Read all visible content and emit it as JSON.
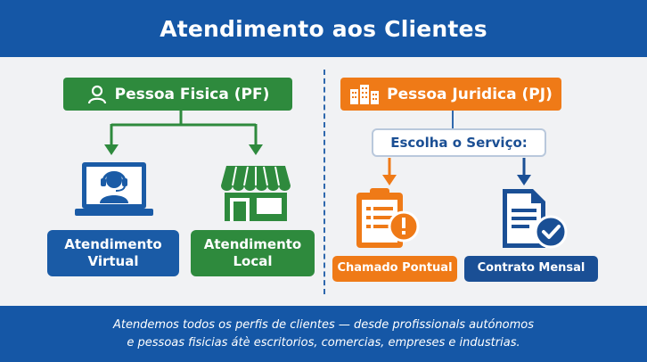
{
  "header": {
    "title": "Atendimento aos Clientes"
  },
  "pf": {
    "title": "Pessoa Fisica (PF)",
    "icon": "person-icon",
    "options": [
      {
        "label_line1": "Atendimento",
        "label_line2": "Virtual",
        "icon": "headset-laptop-icon"
      },
      {
        "label_line1": "Atendimento",
        "label_line2": "Local",
        "icon": "storefront-icon"
      }
    ]
  },
  "pj": {
    "title": "Pessoa Juridica (PJ)",
    "icon": "buildings-icon",
    "choose_label": "Escolha o Serviço:",
    "options": [
      {
        "label": "Chamado Pontual",
        "icon": "clipboard-alert-icon"
      },
      {
        "label": "Contrato Mensal",
        "icon": "document-check-icon"
      }
    ]
  },
  "footer": {
    "line1": "Atendemos todos os perfis de clientes — desde profissionals autónomos",
    "line2": "e pessoas fisicias átè escritorios, comercias, empreses e industrias."
  },
  "colors": {
    "brand_blue": "#1557a6",
    "green": "#2e8a3d",
    "orange": "#ef7a17",
    "dark_blue": "#1a4f95",
    "background": "#f1f2f4"
  }
}
